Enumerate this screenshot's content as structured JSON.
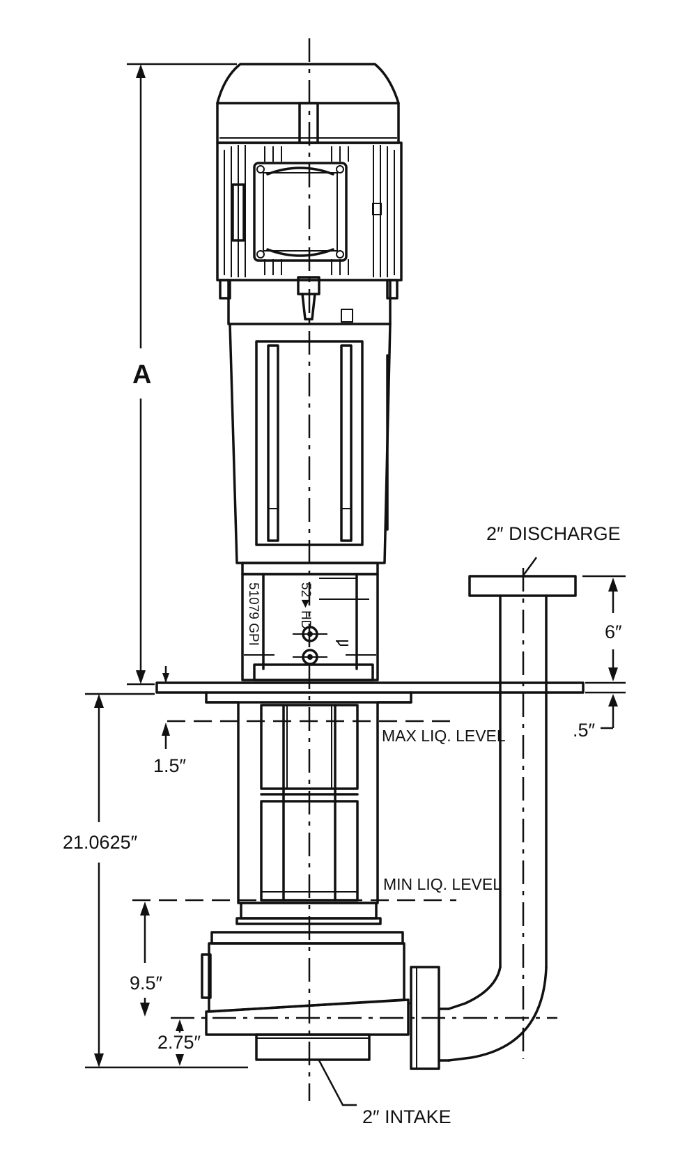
{
  "dimension_labels": {
    "overall_height": "A",
    "discharge_height": "6″",
    "plate_thickness": ".5″",
    "max_level_offset": "1.5″",
    "submerged_length": "21.0625″",
    "min_level_height": "9.5″",
    "intake_centerline": "2.75″"
  },
  "callouts": {
    "discharge": "2″ DISCHARGE",
    "intake": "2″ INTAKE",
    "max_level": "MAX LIQ. LEVEL",
    "min_level": "MIN LIQ. LEVEL"
  },
  "nameplate": {
    "serial": "51079 GPI",
    "model": "52►HD"
  }
}
